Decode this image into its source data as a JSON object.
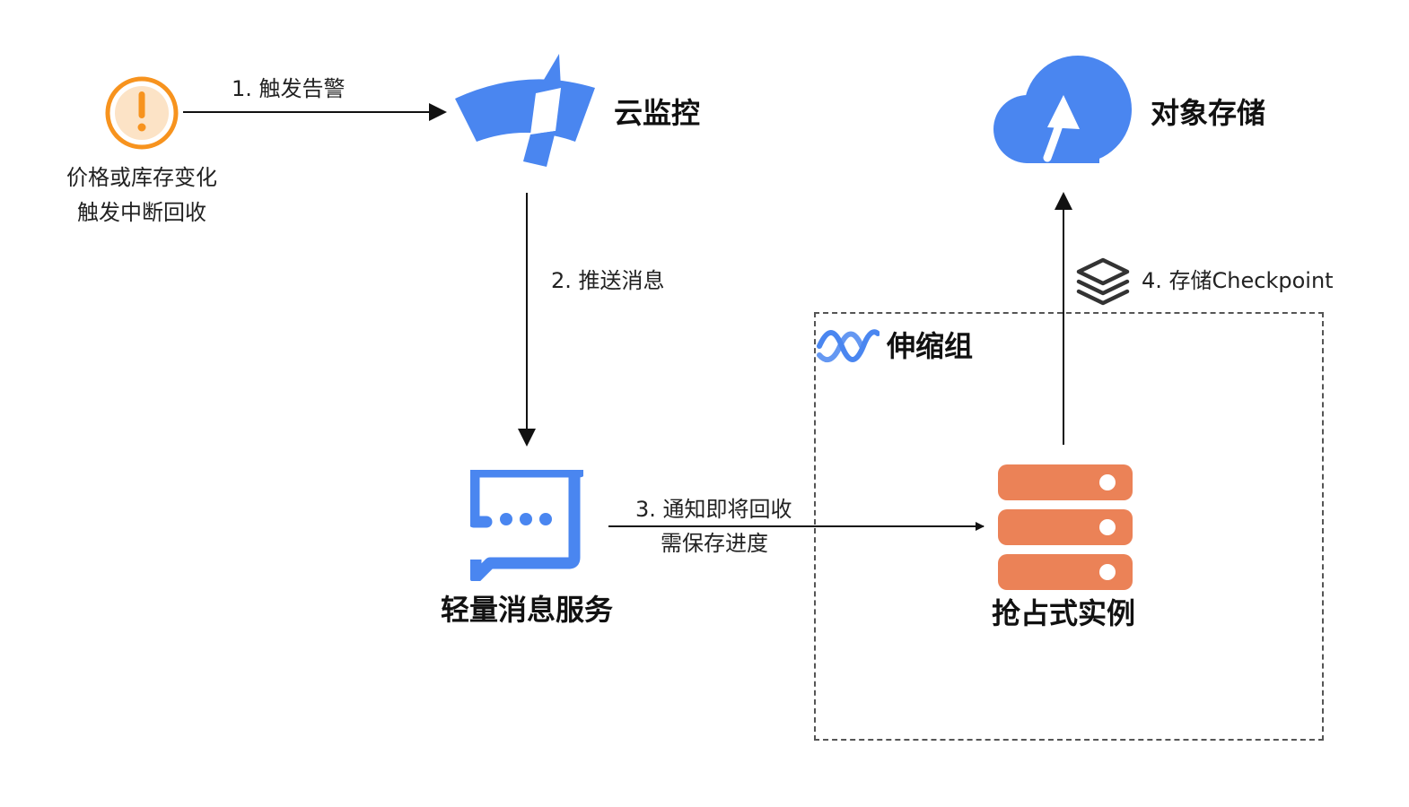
{
  "alert": {
    "line1": "价格或库存变化",
    "line2": "触发中断回收",
    "icon": "warning-icon",
    "color": "#F7931E"
  },
  "edges": {
    "e1": "1. 触发告警",
    "e2": "2. 推送消息",
    "e3_line1": "3. 通知即将回收",
    "e3_line2": "需保存进度",
    "e4": "4. 存储Checkpoint"
  },
  "nodes": {
    "monitor": "云监控",
    "oss": "对象存储",
    "mns": "轻量消息服务",
    "spot": "抢占式实例",
    "asg": "伸缩组"
  },
  "colors": {
    "blue": "#4A86F0",
    "orange": "#EB8257"
  }
}
